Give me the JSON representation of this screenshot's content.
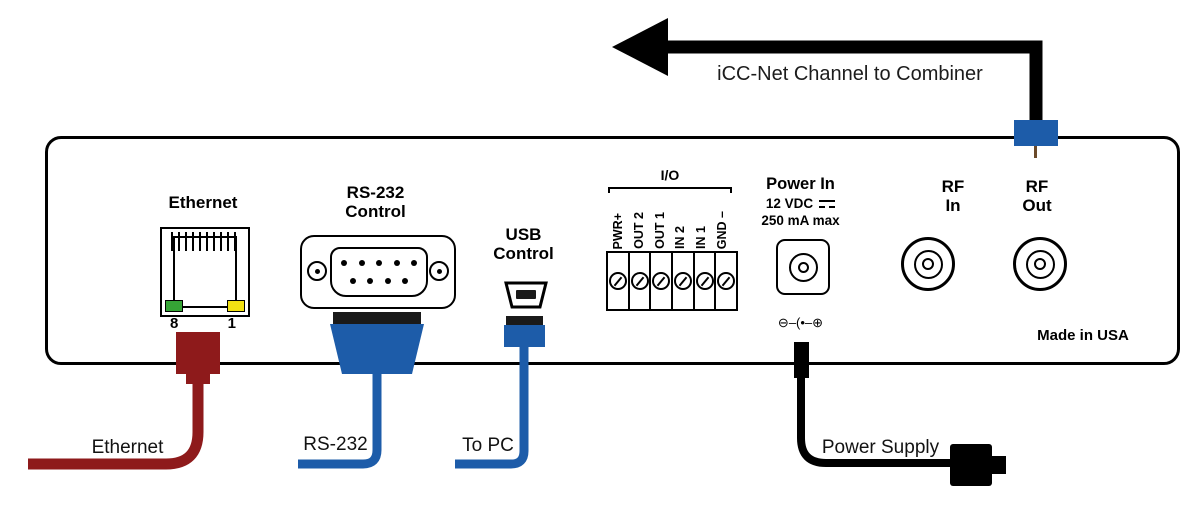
{
  "arrow": {
    "label": "iCC-Net Channel to Combiner"
  },
  "panel": {
    "ethernet": {
      "title": "Ethernet",
      "pin_left": "8",
      "pin_right": "1"
    },
    "rs232": {
      "title_line1": "RS-232",
      "title_line2": "Control"
    },
    "usb": {
      "title_line1": "USB",
      "title_line2": "Control"
    },
    "io": {
      "title": "I/O",
      "pins": [
        "PWR+",
        "OUT 2",
        "OUT 1",
        "IN 2",
        "IN 1",
        "GND –"
      ]
    },
    "power": {
      "title": "Power In",
      "voltage": "12 VDC",
      "current": "250 mA max",
      "polarity": "⊖–(•–⊕"
    },
    "rf_in": {
      "title_line1": "RF",
      "title_line2": "In"
    },
    "rf_out": {
      "title_line1": "RF",
      "title_line2": "Out"
    },
    "made_in": "Made in USA"
  },
  "cables": {
    "ethernet_label": "Ethernet",
    "rs232_label": "RS-232",
    "usb_label": "To PC",
    "power_label": "Power Supply"
  },
  "colors": {
    "cable_red": "#8e1a1b",
    "cable_blue": "#1d5ca9",
    "black": "#000000"
  }
}
